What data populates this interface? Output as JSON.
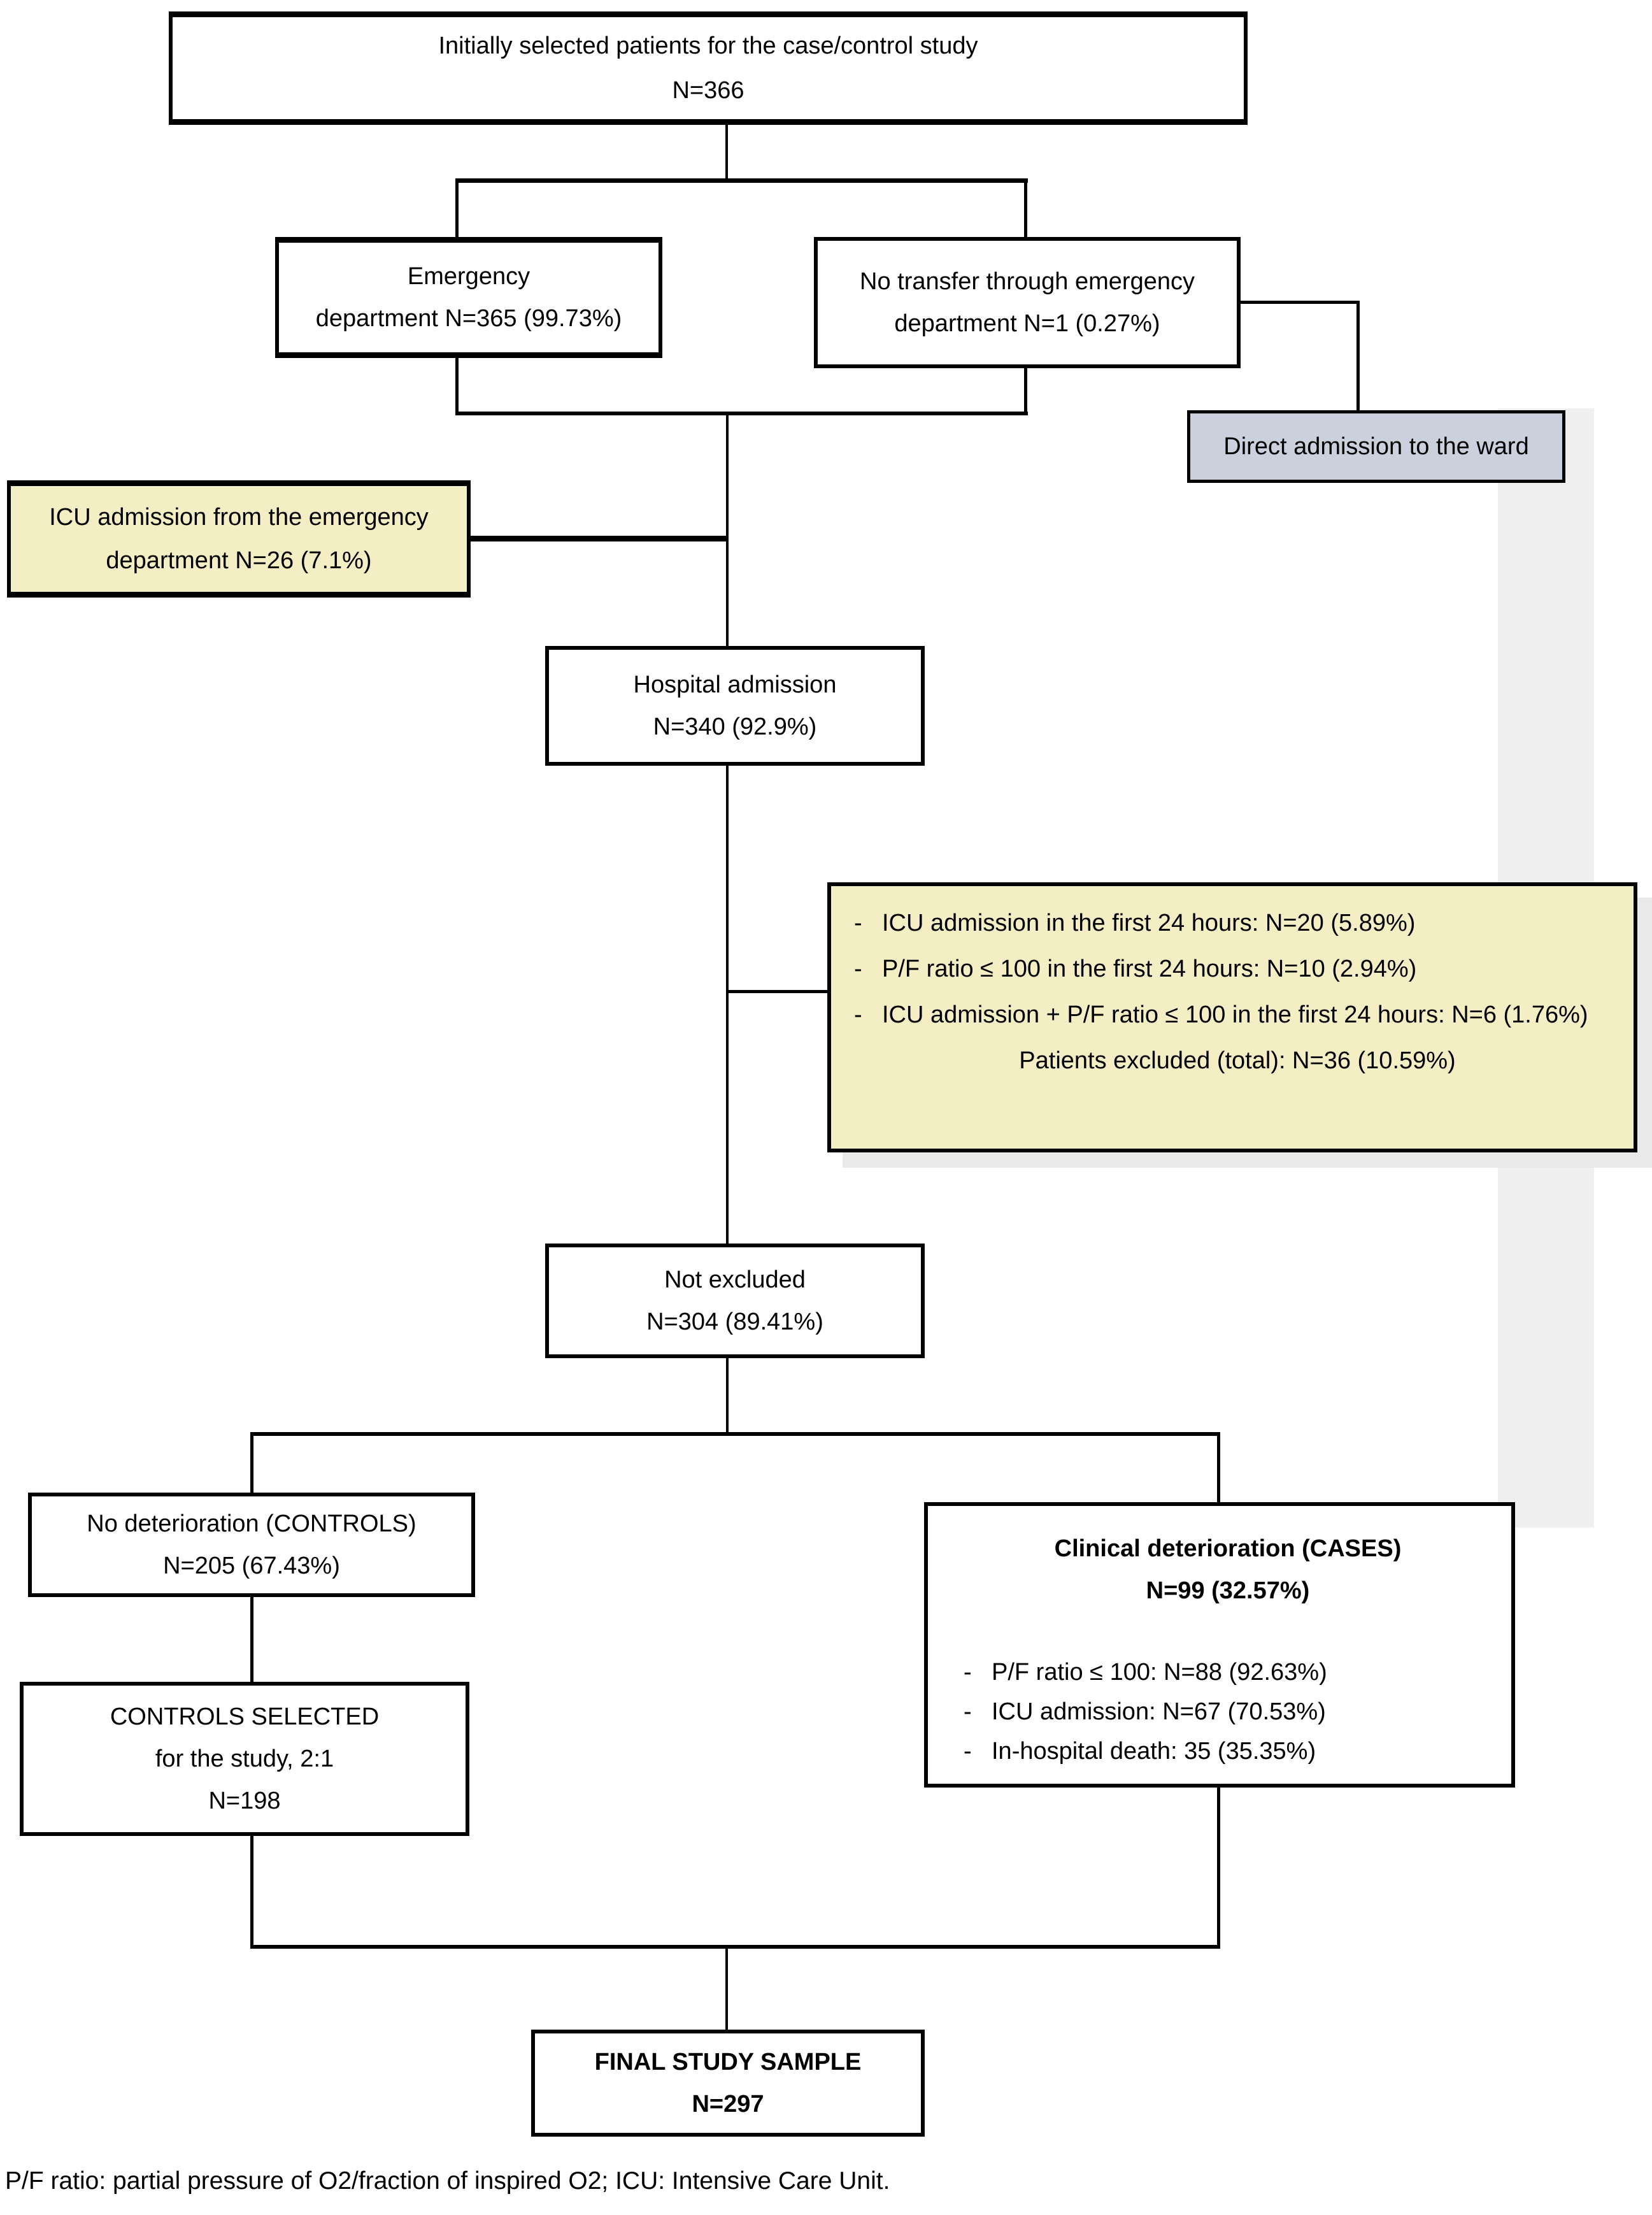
{
  "bullet_dash": "-",
  "colors": {
    "highlight_yellow": "#f4eec5",
    "highlight_grayblue": "#cbd0dd",
    "shadow_band": "#efeff0",
    "box_shadow": "#e9e9e9",
    "line": "#000000"
  },
  "boxes": {
    "initial": {
      "line1": "Initially selected patients for the case/control study",
      "line2": "N=366"
    },
    "emergency": {
      "line1": "Emergency",
      "line2": "department N=365 (99.73%)"
    },
    "no_transfer": {
      "line1": "No transfer through emergency",
      "line2": "department N=1 (0.27%)"
    },
    "direct_admission": {
      "line1": "Direct admission to the ward"
    },
    "icu_admission": {
      "line1": "ICU admission from the emergency",
      "line2": "department N=26 (7.1%)"
    },
    "hospital_admission": {
      "line1": "Hospital admission",
      "line2": "N=340 (92.9%)"
    },
    "exclusions": {
      "bullets": [
        "ICU admission in the first 24 hours: N=20 (5.89%)",
        "P/F ratio ≤ 100 in the first 24 hours: N=10 (2.94%)",
        "ICU admission + P/F ratio ≤ 100 in the first 24 hours: N=6 (1.76%)"
      ],
      "total": "Patients excluded (total): N=36 (10.59%)"
    },
    "not_excluded": {
      "line1": "Not excluded",
      "line2": "N=304 (89.41%)"
    },
    "controls": {
      "line1": "No deterioration (CONTROLS)",
      "line2": "N=205 (67.43%)"
    },
    "cases": {
      "title": "Clinical deterioration (CASES)",
      "subtitle": "N=99 (32.57%)",
      "bullets": [
        "P/F ratio ≤ 100: N=88 (92.63%)",
        "ICU admission: N=67 (70.53%)",
        "In-hospital death: 35 (35.35%)"
      ]
    },
    "controls_selected": {
      "line1": "CONTROLS SELECTED",
      "line2": "for the study, 2:1",
      "line3": "N=198"
    },
    "final": {
      "line1": "FINAL STUDY SAMPLE",
      "line2": "N=297"
    }
  },
  "footnote": "P/F ratio: partial pressure of O2/fraction of inspired O2; ICU: Intensive Care Unit."
}
